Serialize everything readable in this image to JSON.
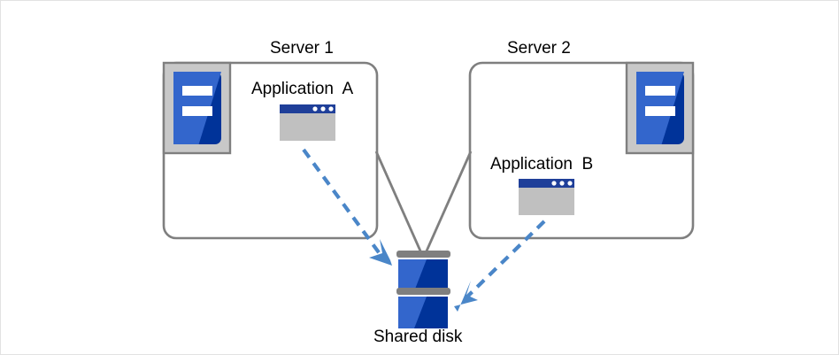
{
  "diagram": {
    "type": "shared-disk-cluster",
    "nodes": {
      "server1": {
        "title": "Server 1",
        "icon": "server-icon",
        "application": {
          "label": "Application  A",
          "icon": "app-window-icon"
        }
      },
      "server2": {
        "title": "Server 2",
        "icon": "server-icon",
        "application": {
          "label": "Application  B",
          "icon": "app-window-icon"
        }
      },
      "storage": {
        "title": "Shared disk",
        "icon": "disk-stack-icon",
        "platters": 2
      }
    },
    "connections": [
      {
        "from": "server1",
        "to": "storage",
        "style": "solid",
        "color": "#7f7f7f"
      },
      {
        "from": "server2",
        "to": "storage",
        "style": "solid",
        "color": "#7f7f7f"
      },
      {
        "from": "application-a",
        "to": "storage",
        "style": "dashed",
        "color": "#4a86c8",
        "arrow": true
      },
      {
        "from": "application-b",
        "to": "storage",
        "style": "dashed",
        "color": "#4a86c8",
        "arrow": true
      }
    ]
  },
  "colors": {
    "outline": "#7f7f7f",
    "accent_blue": "#4a86c8",
    "icon_blue_light": "#3366cc",
    "icon_blue_dark": "#003399",
    "icon_gray": "#c8c8c8",
    "titlebar_blue": "#1f3f99",
    "page_border": "#e2e2e2",
    "background": "#ffffff"
  }
}
